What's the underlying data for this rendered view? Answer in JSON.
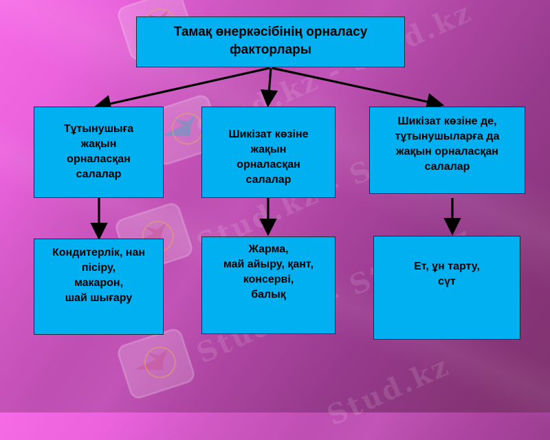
{
  "diagram": {
    "title": "Тамақ өнеркәсібінің  орналасу\nфакторлары",
    "categories": [
      {
        "label": "Тұтынушыға\nжақын\nорналасқан\nсалалар",
        "examples": "Кондитерлік, нан\nпісіру,\nмакарон,\nшай шығару"
      },
      {
        "label": "Шикізат көзіне\nжақын\nорналасқан\nсалалар",
        "examples": "Жарма,\nмай айыру, қант,\nконсерві,\nбалық"
      },
      {
        "label": "Шикізат көзіне де,\nтұтынушыларға да\nжақын орналасқан\nсалалар",
        "examples": "Ет, ұн тарту,\nсүт"
      }
    ]
  },
  "watermark": {
    "text": "Stud.kz - Stud.kz",
    "text_short": "Stud.kz"
  },
  "colors": {
    "box_fill": "#00b0f0",
    "box_border": "#1b2a3a",
    "arrow": "#000000",
    "background_light": "#f66ae6",
    "background_dark": "#80336f"
  }
}
